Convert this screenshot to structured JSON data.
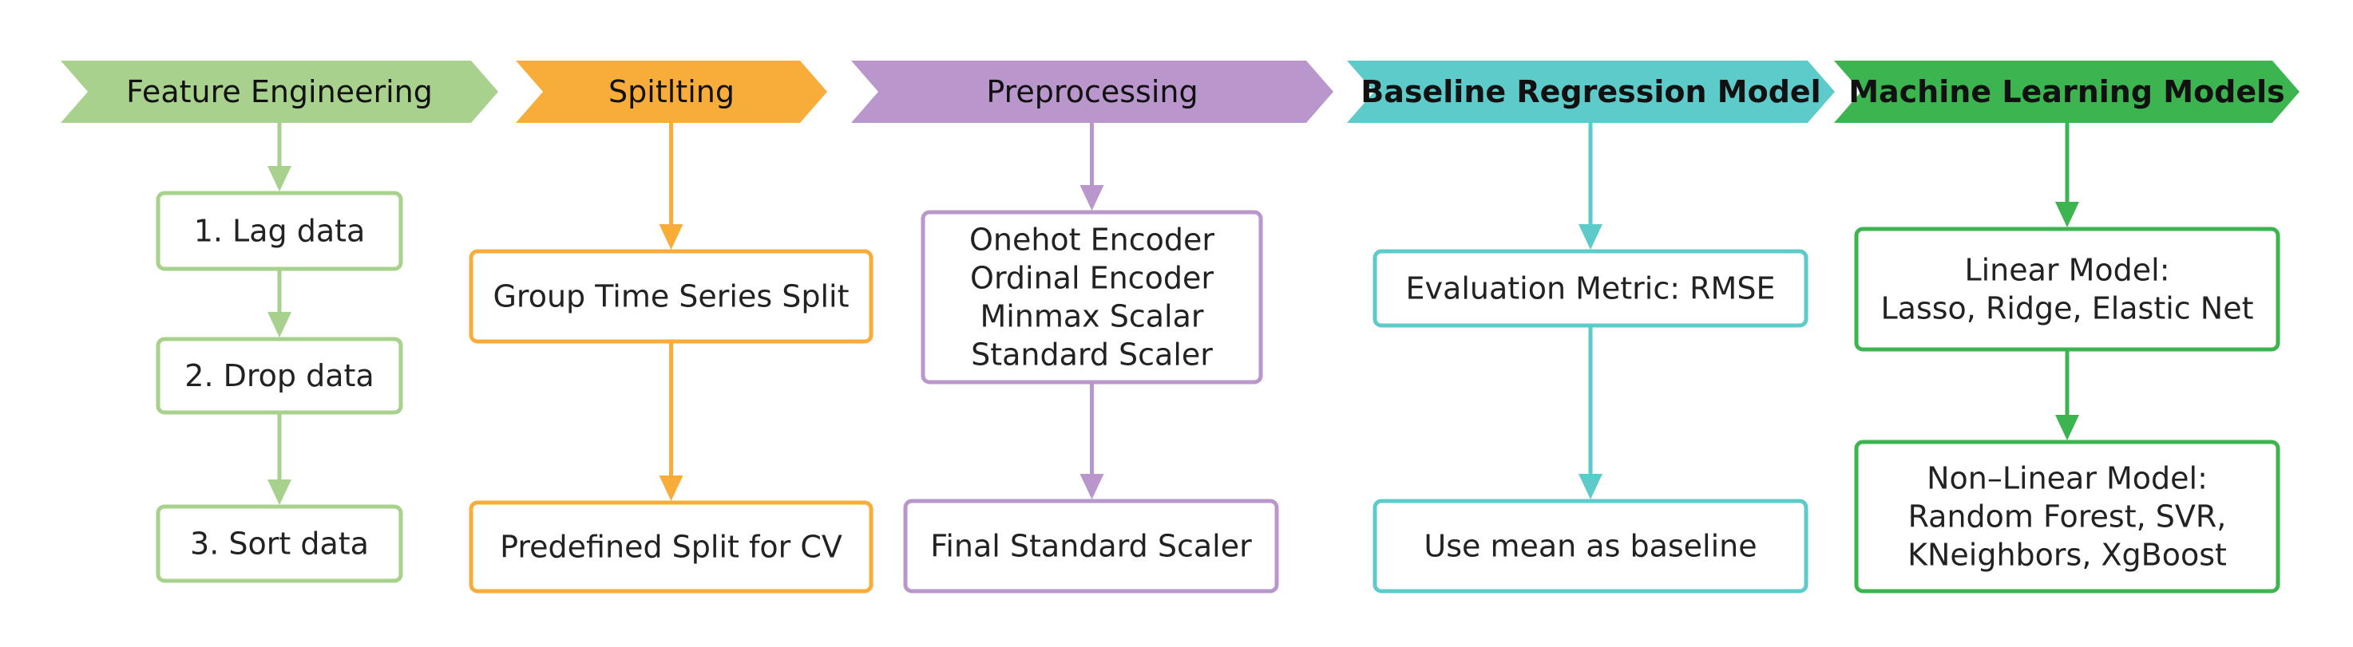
{
  "columns": [
    {
      "key": "feature_engineering",
      "header": "Feature Engineering",
      "color": "#a9d18e",
      "header_bold": false,
      "boxes": [
        {
          "lines": [
            "1. Lag data"
          ]
        },
        {
          "lines": [
            "2. Drop data"
          ]
        },
        {
          "lines": [
            "3. Sort data"
          ]
        }
      ]
    },
    {
      "key": "splitting",
      "header": "Spitlting",
      "color": "#f8ad3b",
      "header_bold": false,
      "boxes": [
        {
          "lines": [
            "Group Time Series Split"
          ]
        },
        {
          "lines": [
            "Predefined Split for CV"
          ]
        }
      ]
    },
    {
      "key": "preprocessing",
      "header": "Preprocessing",
      "color": "#b996cb",
      "header_bold": false,
      "boxes": [
        {
          "lines": [
            "Onehot Encoder",
            "Ordinal Encoder",
            "Minmax Scalar",
            "Standard Scaler"
          ]
        },
        {
          "lines": [
            "Final Standard Scaler"
          ]
        }
      ]
    },
    {
      "key": "baseline",
      "header": "Baseline Regression Model",
      "color": "#5ecbcb",
      "header_bold": true,
      "boxes": [
        {
          "lines": [
            "Evaluation Metric: RMSE"
          ]
        },
        {
          "lines": [
            "Use mean as baseline"
          ]
        }
      ]
    },
    {
      "key": "ml_models",
      "header": "Machine Learning Models",
      "color": "#3cb450",
      "header_bold": true,
      "boxes": [
        {
          "lines": [
            "Linear Model:",
            "Lasso, Ridge, Elastic Net"
          ]
        },
        {
          "lines": [
            "Non–Linear Model:",
            "Random Forest, SVR,",
            "KNeighbors, XgBoost"
          ]
        }
      ]
    }
  ]
}
